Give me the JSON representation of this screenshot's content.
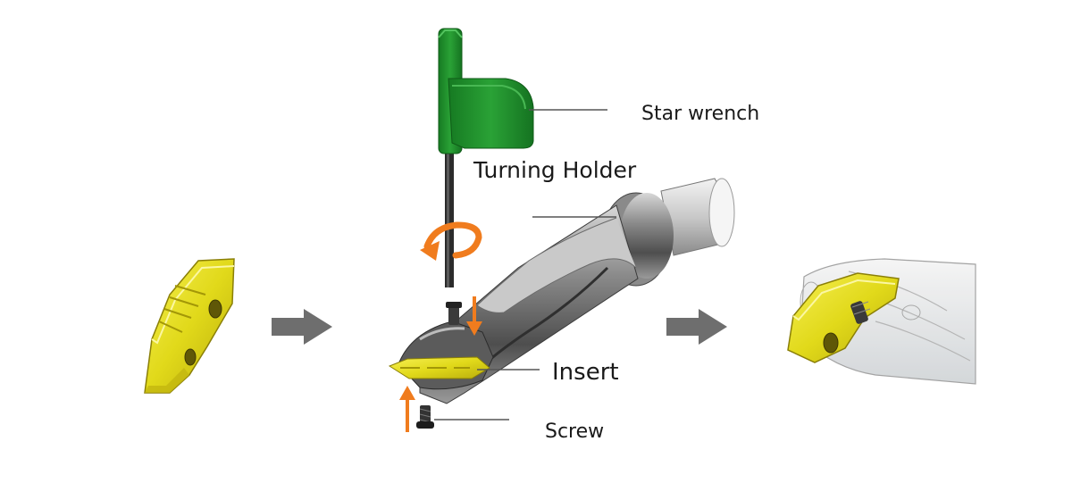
{
  "labels": {
    "star_wrench": "Star wrench",
    "turning_holder": "Turning Holder",
    "insert": "Insert",
    "screw": "Screw"
  },
  "colors": {
    "insert_yellow": "#e8e21f",
    "wrench_green": "#1f8f2a",
    "accent_orange": "#f07c1e",
    "arrow_gray": "#6e6e6e",
    "holder_gray": "#7a7a7a"
  },
  "icons": {
    "step_arrow": "right-arrow-icon",
    "rotation": "rotate-arrow-icon",
    "insert_direction": "up-arrow-icon"
  }
}
